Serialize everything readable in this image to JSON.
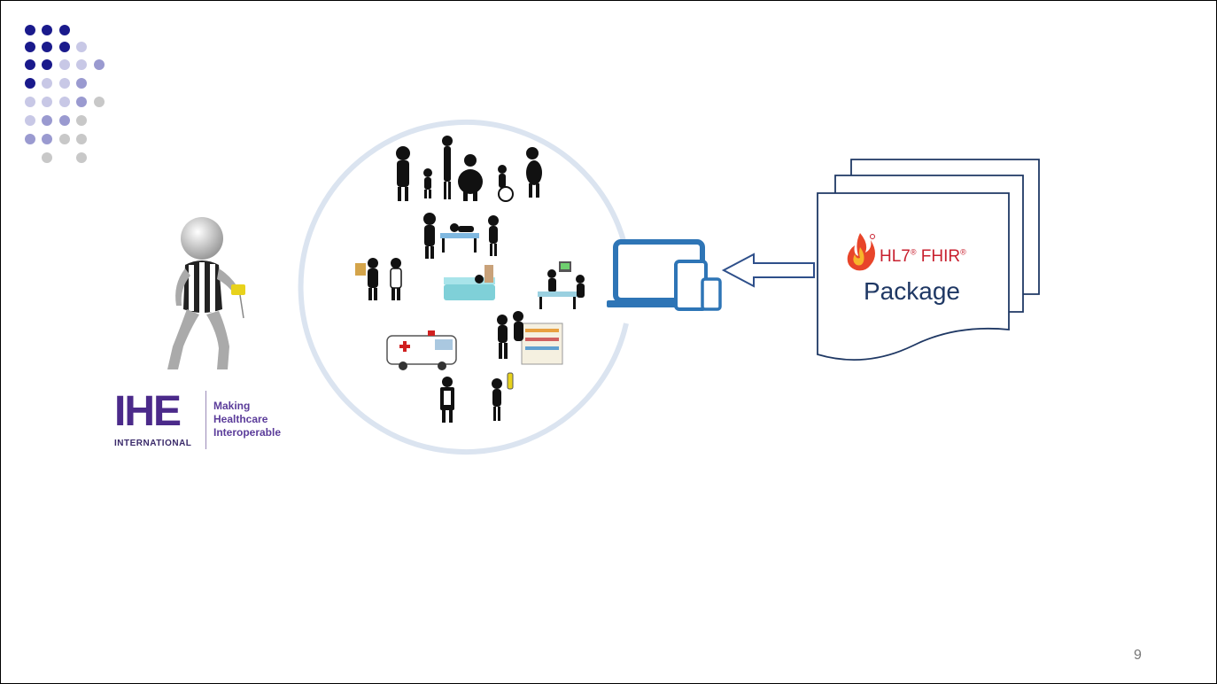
{
  "slide": {
    "page_number": "9"
  },
  "ihe_logo": {
    "letters": "IHE",
    "international": "INTERNATIONAL",
    "tagline": [
      "Making",
      "Healthcare",
      "Interoperable"
    ]
  },
  "fhir_package": {
    "hl7": "HL7",
    "fhir": "FHIR",
    "registered_mark": "®",
    "package_label": "Package"
  },
  "colors": {
    "ihe_purple": "#4b2a8a",
    "dot_navy": "#1a1a8c",
    "dot_lavender": "#c8c8e6",
    "dot_mid": "#9a9ad0",
    "dot_gray": "#c8c8c8",
    "device_blue": "#2e75b6",
    "package_navy": "#1f3864",
    "fhir_red": "#c8202f",
    "circle_ring": "#dbe4f0"
  },
  "icons": {
    "referee": "referee-figure-icon",
    "devices": "laptop-tablet-phone-icon",
    "arrow": "left-arrow-icon",
    "flame": "fhir-flame-icon"
  }
}
